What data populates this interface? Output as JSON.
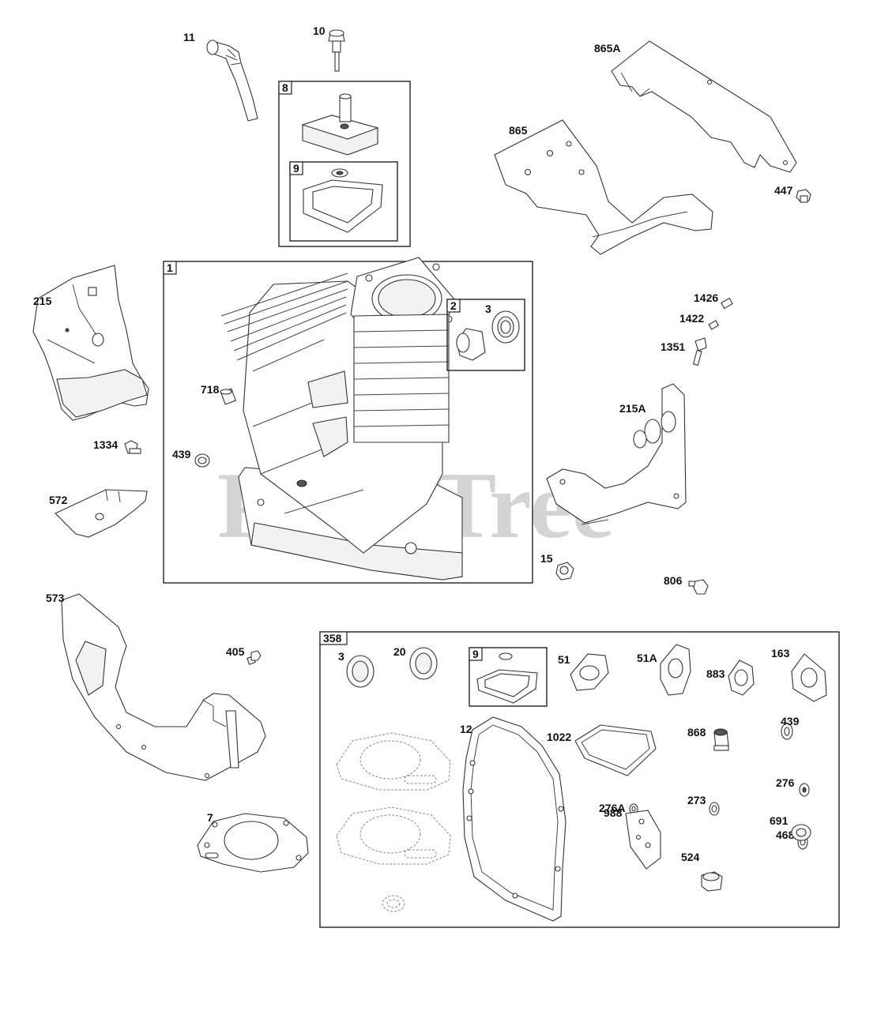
{
  "watermark": {
    "text": "PartsTree",
    "trademark": "™"
  },
  "boxes": {
    "box_8": "8",
    "box_9_top": "9",
    "box_1": "1",
    "box_2": "2",
    "box_358": "358",
    "box_9_kit": "9"
  },
  "labels": {
    "p11": "11",
    "p10": "10",
    "p865A": "865A",
    "p865": "865",
    "p447": "447",
    "p215": "215",
    "p1426": "1426",
    "p1422": "1422",
    "p1351": "1351",
    "p215A": "215A",
    "p718": "718",
    "p3_top": "3",
    "p439_top": "439",
    "p1334": "1334",
    "p572": "572",
    "p15": "15",
    "p806": "806",
    "p573": "573",
    "p405": "405",
    "p7": "7",
    "p3_kit": "3",
    "p20": "20",
    "p51": "51",
    "p51A": "51A",
    "p883": "883",
    "p163": "163",
    "p12": "12",
    "p1022": "1022",
    "p868": "868",
    "p439_kit": "439",
    "p276": "276",
    "p276A": "276A",
    "p273": "273",
    "p468": "468",
    "p524": "524",
    "p988": "988",
    "p691": "691"
  }
}
